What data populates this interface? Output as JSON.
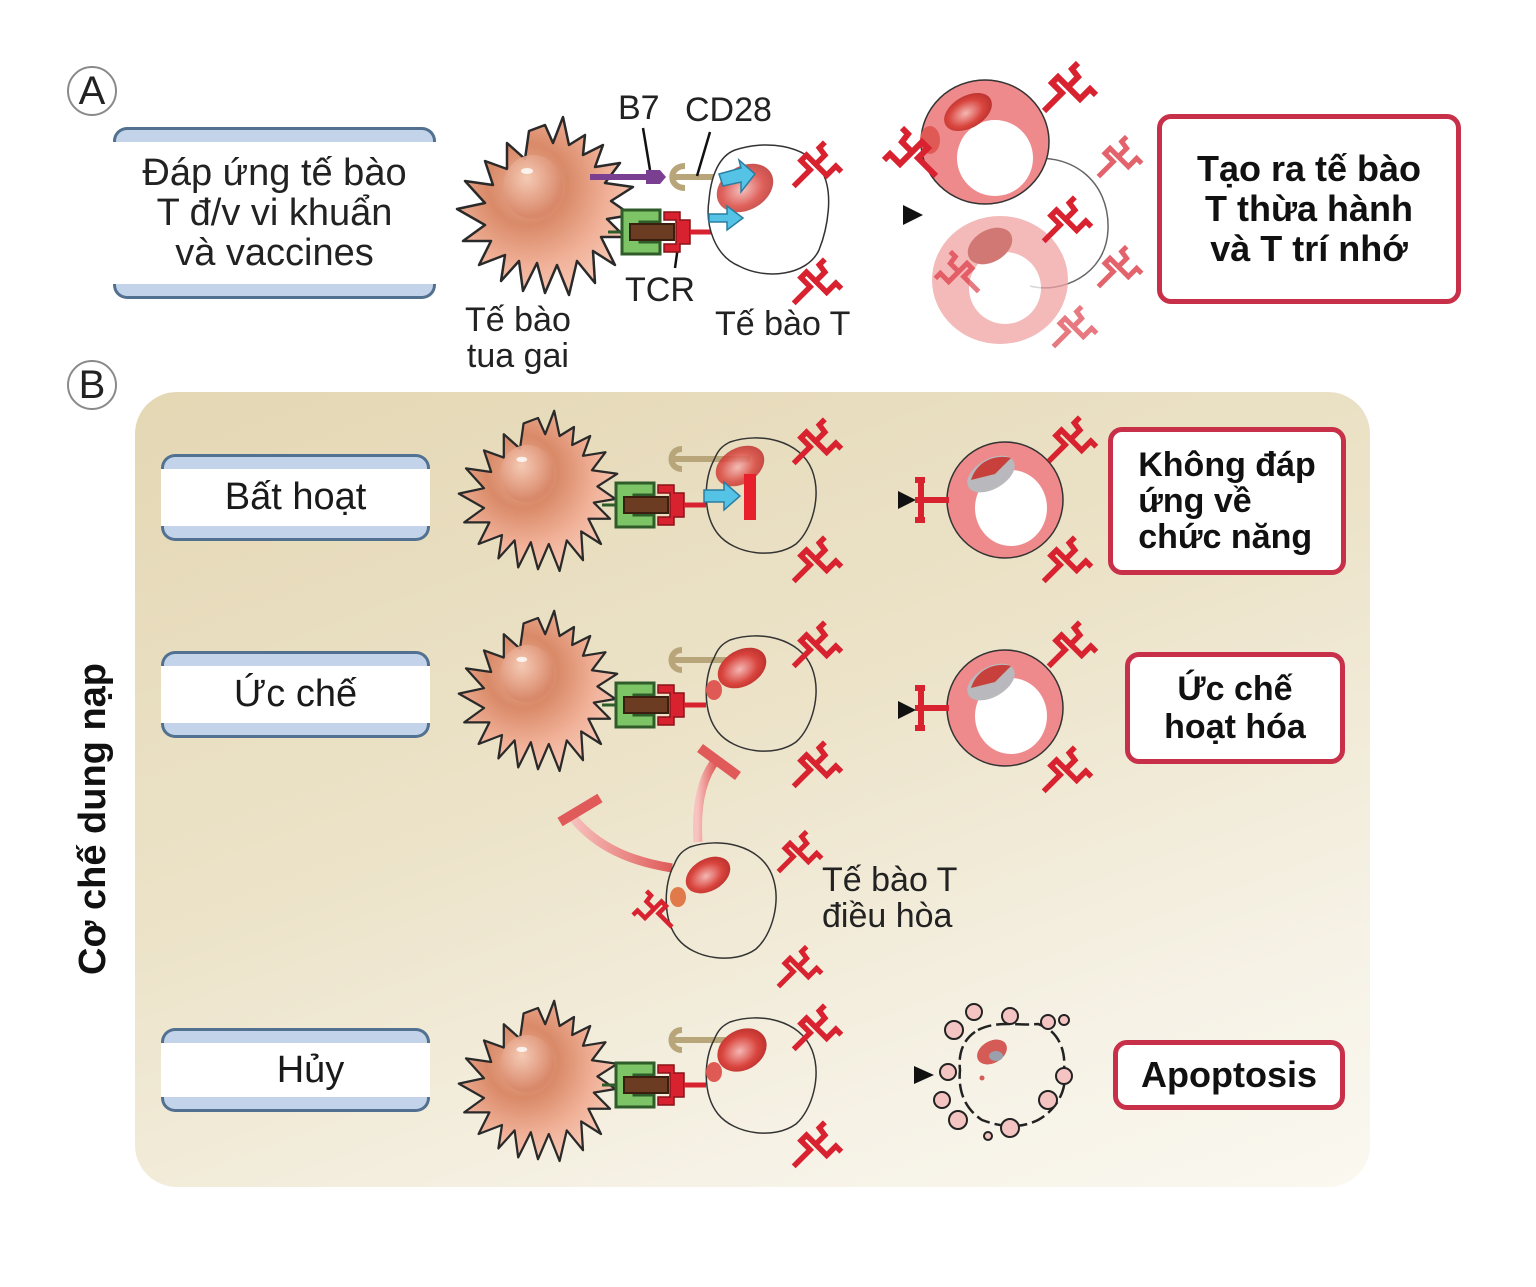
{
  "panel_a": {
    "marker": "A",
    "condition_label": "Đáp ứng  tế bào\nT đ/v vi khuẩn\nvà vaccines",
    "labels": {
      "b7": "B7",
      "cd28": "CD28",
      "tcr": "TCR",
      "dendritic_cell": "Tế bào\ntua gai",
      "t_cell": "Tế bào T"
    },
    "outcome": "Tạo ra tế bào\nT thừa hành\nvà T trí nhớ"
  },
  "panel_b": {
    "marker": "B",
    "vertical_title": "Cơ chế dung nạp",
    "rows": [
      {
        "mechanism": "Bất hoạt",
        "outcome": "Không đáp\nứng về\nchức năng"
      },
      {
        "mechanism": "Ức chế",
        "outcome": "Ức chế\nhoạt hóa"
      },
      {
        "mechanism": "Hủy",
        "outcome": "Apoptosis"
      }
    ],
    "regulatory_t_cell_label": "Tế bào T\nđiều hòa"
  },
  "colors": {
    "dendritic_cell": "#f2b49a",
    "receptor_red": "#d8222f",
    "mhc_green": "#7cc466",
    "b7_purple": "#7b3f92",
    "cd28_tan": "#b8a57a",
    "signal_cyan": "#55c3e6",
    "outcome_border": "#c8304a",
    "panel_bg": "#e4d7b4"
  }
}
